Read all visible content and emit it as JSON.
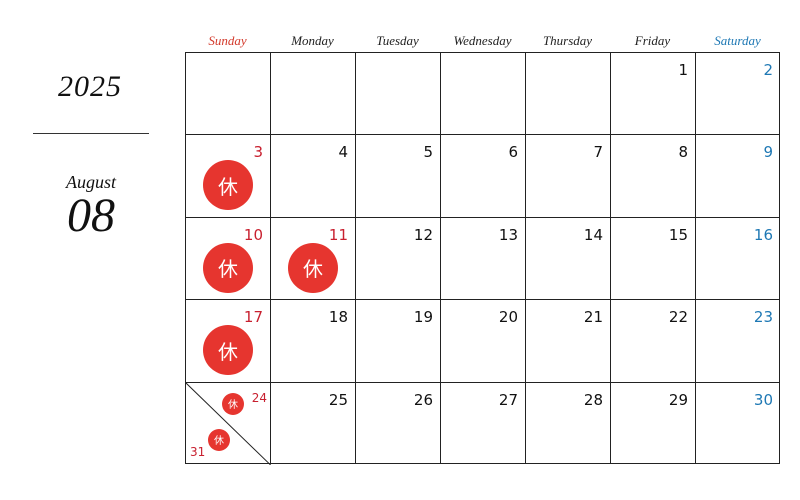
{
  "calendar": {
    "year": "2025",
    "month_name": "August",
    "month_number": "08",
    "holiday_mark": "休",
    "weekdays": [
      "Sunday",
      "Monday",
      "Tuesday",
      "Wednesday",
      "Thursday",
      "Friday",
      "Saturday"
    ],
    "weeks": [
      [
        "",
        "",
        "",
        "",
        "",
        "1",
        "2"
      ],
      [
        "3",
        "4",
        "5",
        "6",
        "7",
        "8",
        "9"
      ],
      [
        "10",
        "11",
        "12",
        "13",
        "14",
        "15",
        "16"
      ],
      [
        "17",
        "18",
        "19",
        "20",
        "21",
        "22",
        "23"
      ],
      [
        "24",
        "25",
        "26",
        "27",
        "28",
        "29",
        "30"
      ]
    ],
    "overflow_date": "31",
    "holidays": [
      "3",
      "10",
      "11",
      "17",
      "24",
      "31"
    ],
    "colors": {
      "sunday": "#c8202f",
      "saturday": "#1e78b4",
      "holiday_circle": "#e6352f",
      "grid": "#222222"
    }
  }
}
